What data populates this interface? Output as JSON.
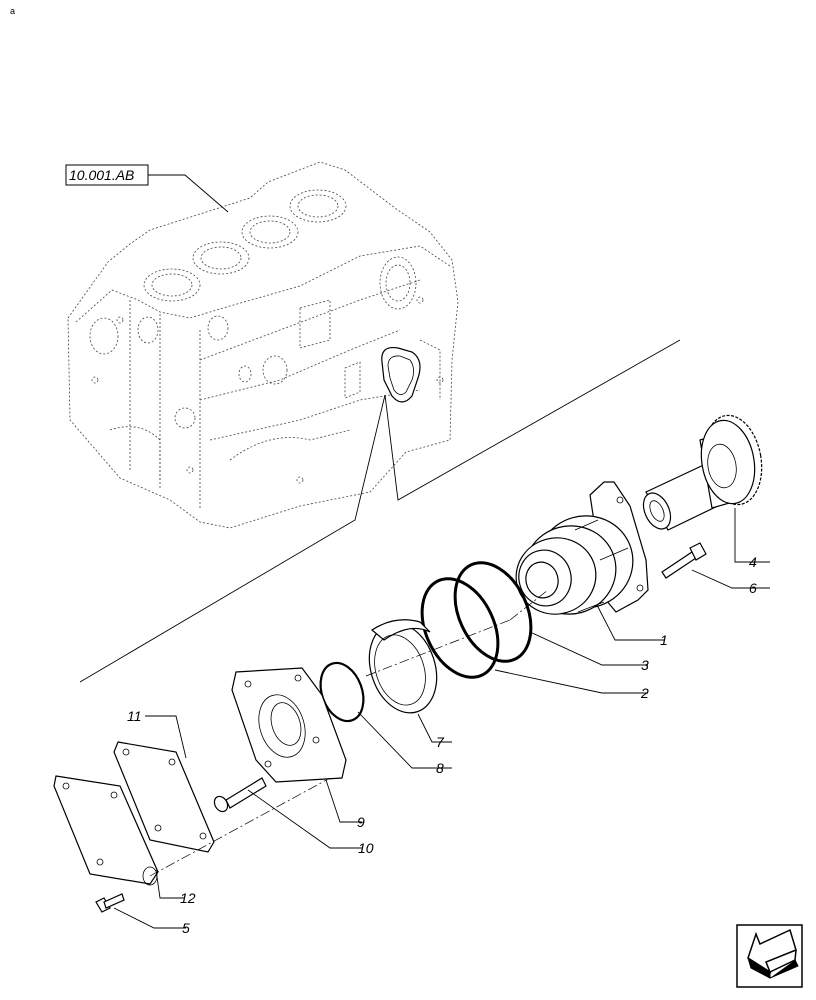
{
  "reference_box": "10.001.AB",
  "corner_mark": "a",
  "callouts": {
    "c1": "1",
    "c2": "2",
    "c3": "3",
    "c4": "4",
    "c5": "5",
    "c6": "6",
    "c7": "7",
    "c8": "8",
    "c9": "9",
    "c10": "10",
    "c11": "11",
    "c12": "12"
  },
  "icons": {
    "nav": "arrow-down-left-icon"
  }
}
